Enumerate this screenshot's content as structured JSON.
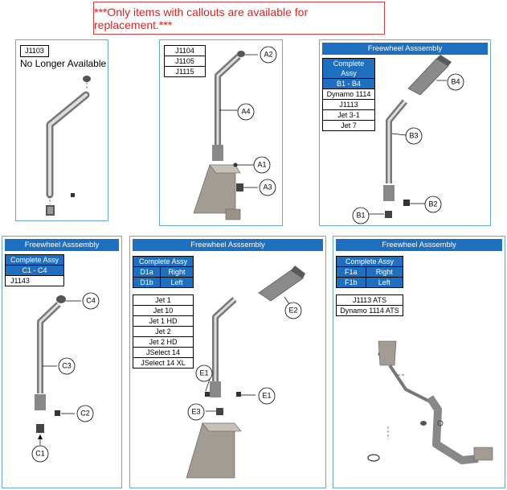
{
  "notice": "***Only items with callouts are available for replacement.***",
  "panel1": {
    "part_box": "J1103",
    "status": "No Longer Available"
  },
  "panel2": {
    "parts": [
      "J1104",
      "J1105",
      "J1115"
    ],
    "callouts": [
      "A2",
      "A4",
      "A1",
      "A3"
    ]
  },
  "panel3": {
    "header": "Freewheel Asssembly",
    "rows": [
      "Complete Assy",
      "B1 - B4",
      "Dynamo 1114",
      "J1113",
      "Jet 3-1",
      "Jet 7"
    ],
    "callouts": [
      "B4",
      "B3",
      "B2",
      "B1"
    ]
  },
  "panel4": {
    "header": "Freewheel Asssembly",
    "rows": [
      "Complete Assy",
      "C1 - C4",
      "J1143"
    ],
    "callouts": [
      "C4",
      "C3",
      "C2",
      "C1"
    ]
  },
  "panel5": {
    "header": "Freewheel Asssembly",
    "title": "Complete Assy",
    "pairs": [
      [
        "D1a",
        "Right"
      ],
      [
        "D1b",
        "Left"
      ]
    ],
    "rows": [
      "Jet 1",
      "Jet 10",
      "Jet 1 HD",
      "Jet 2",
      "Jet 2 HD",
      "JSelect 14",
      "JSelect 14 XL"
    ],
    "callouts": [
      "E2",
      "E1",
      "E1",
      "E3"
    ]
  },
  "panel6": {
    "header": "Freewheel Asssembly",
    "title": "Complete Assy",
    "pairs": [
      [
        "F1a",
        "Right"
      ],
      [
        "F1b",
        "Left"
      ]
    ],
    "rows": [
      "J1113 ATS",
      "Dynamo 1114 ATS"
    ]
  },
  "colors": {
    "accent": "#1f6fc0",
    "border": "#6aa6d8",
    "notice": "#e02020"
  }
}
